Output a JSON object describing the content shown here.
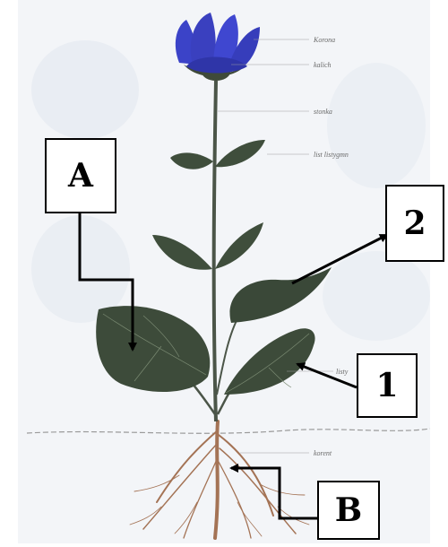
{
  "diagram": {
    "markers": [
      {
        "id": "A",
        "label": "A"
      },
      {
        "id": "B",
        "label": "B"
      },
      {
        "id": "1",
        "label": "1"
      },
      {
        "id": "2",
        "label": "2"
      }
    ],
    "faint_labels": [
      "Korona",
      "kalich",
      "stonka",
      "list listygmn",
      "listy",
      "korent"
    ],
    "colors": {
      "flower": "#3b43c8",
      "leaf": "#3f4e3c",
      "stem": "#4b5548",
      "root": "#a47355",
      "ground": "#9a9a9a",
      "paper": "#f2f4f7"
    }
  }
}
